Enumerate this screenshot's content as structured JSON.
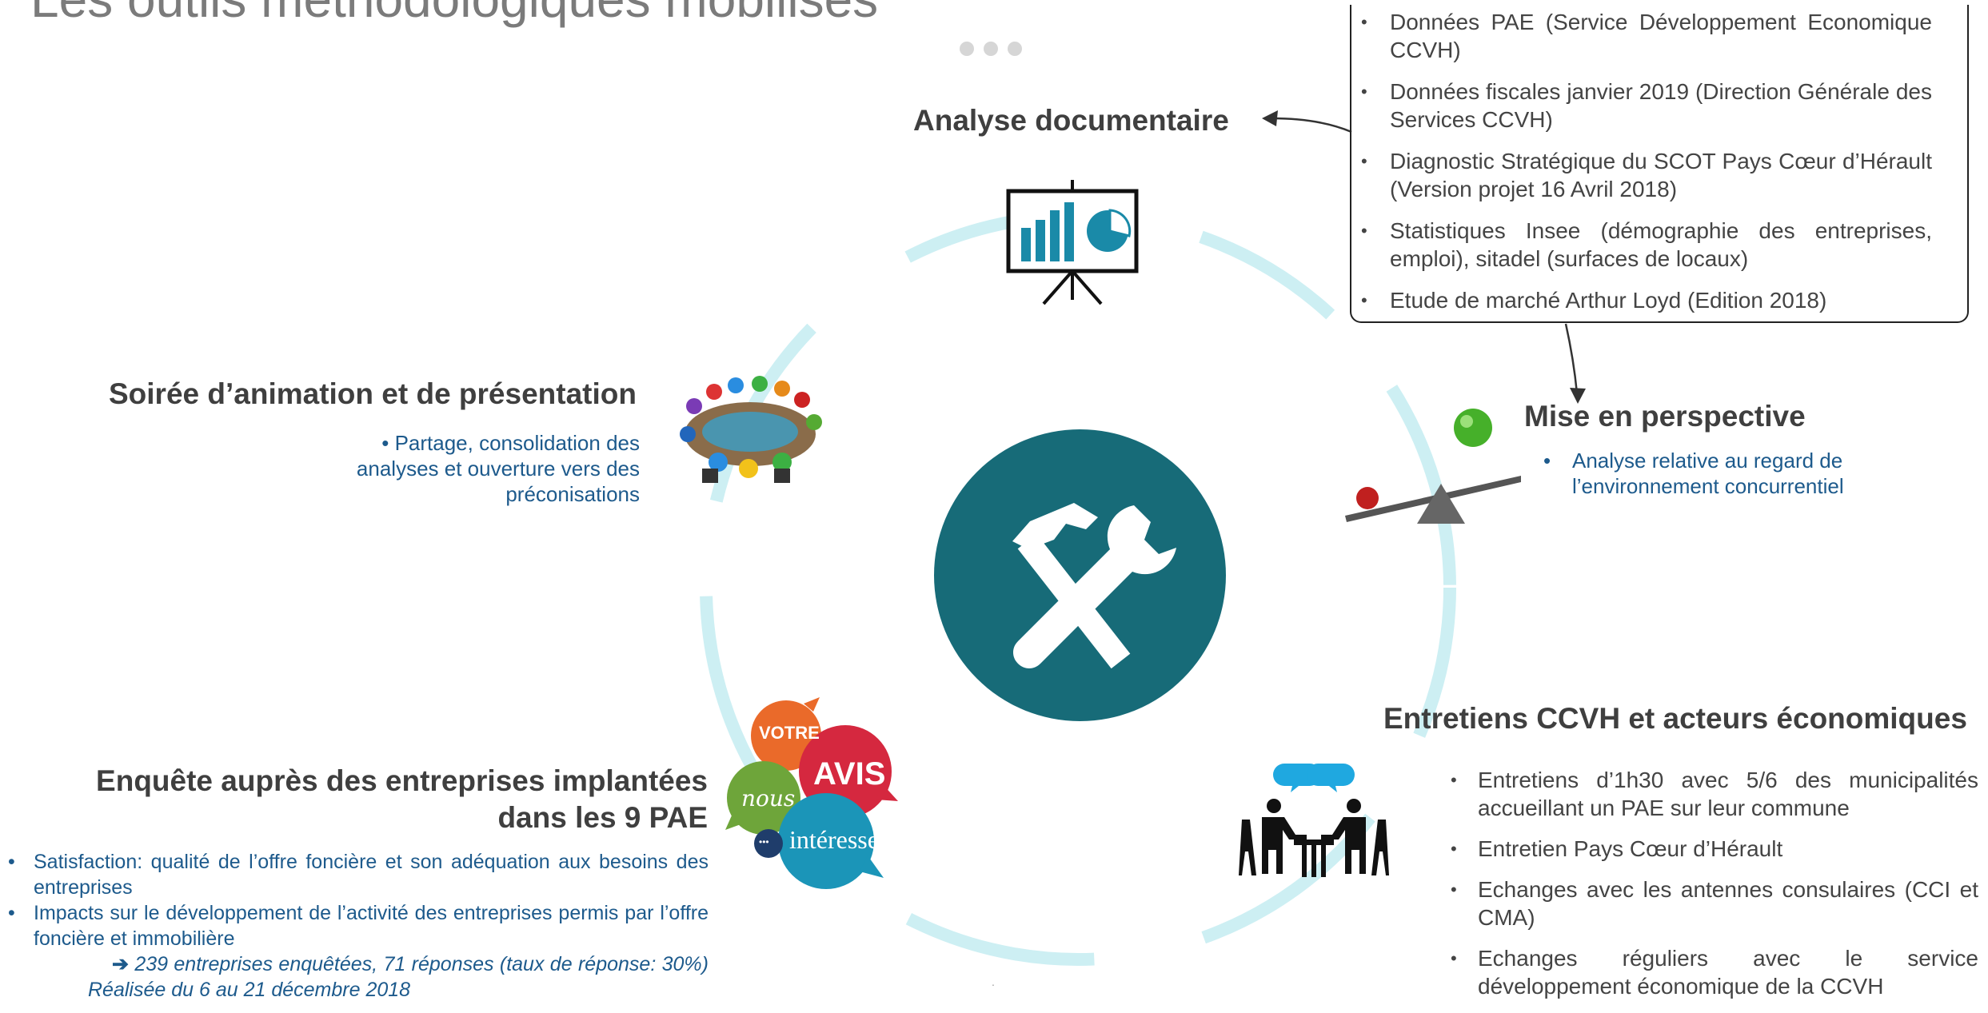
{
  "slide": {
    "title": "Les outils méthodologiques mobilisés"
  },
  "analyse": {
    "heading": "Analyse documentaire",
    "sources": [
      "Données PAE (Service Développement Economique CCVH)",
      "Données fiscales janvier 2019 (Direction Générale des Services CCVH)",
      "Diagnostic Stratégique du SCOT Pays Cœur d’Hérault (Version projet 16 Avril 2018)",
      "Statistiques Insee (démographie des entreprises, emploi), sitadel (surfaces de locaux)",
      "Etude de marché Arthur Loyd (Edition 2018)"
    ]
  },
  "perspective": {
    "heading": "Mise en perspective",
    "bullet": "Analyse relative  au regard de l’environnement concurrentiel"
  },
  "soiree": {
    "heading": "Soirée d’animation et de présentation",
    "bullet": "Partage, consolidation des analyses et ouverture vers des préconisations"
  },
  "entretiens": {
    "heading": "Entretiens CCVH et acteurs économiques",
    "bullets": [
      "Entretiens d’1h30 avec 5/6 des municipalités accueillant un PAE sur leur commune",
      "Entretien Pays Cœur d’Hérault",
      "Echanges avec les antennes consulaires (CCI et CMA)",
      "Echanges réguliers avec le service développement économique de la CCVH"
    ]
  },
  "enquete": {
    "heading_line1": "Enquête auprès des entreprises implantées",
    "heading_line2": "dans les 9 PAE",
    "bullets": [
      "Satisfaction: qualité de l’offre foncière et son adéquation aux besoins des entreprises",
      "Impacts sur le développement de l’activité des entreprises permis par l’offre foncière et immobilière"
    ],
    "note": "239 entreprises enquêtées, 71 réponses (taux de réponse: 30%) Réalisée du 6 au 21 décembre 2018"
  },
  "bubbles": {
    "votre": "VOTRE",
    "avis": "AVIS",
    "nous": "nous",
    "interesse": "intéresse",
    "ellipsis": "•••"
  },
  "footer": {
    "dot": "."
  },
  "colors": {
    "circle_teal": "#176b78",
    "ring": "#cdeff3",
    "bullet_blue": "#1d5a8c",
    "chart_blue": "#1a8aa8"
  },
  "icons": [
    "tools-icon",
    "presentation-board-icon",
    "balance-icon",
    "meeting-table-icon",
    "speech-bubbles-icon",
    "interview-icon"
  ]
}
